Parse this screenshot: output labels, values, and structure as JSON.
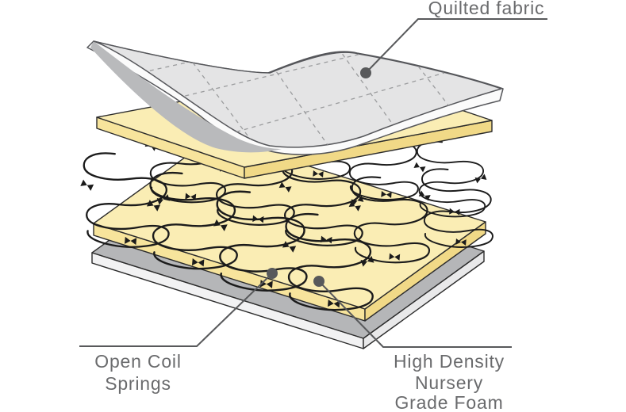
{
  "diagram": {
    "type": "exploded-layer-diagram",
    "subject": "mattress construction layers",
    "labels": {
      "quilted_fabric": "Quilted fabric",
      "open_coil": {
        "line1": "Open Coil",
        "line2": "Springs"
      },
      "high_density": {
        "line1": "High Density",
        "line2": "Nursery",
        "line3": "Grade Foam"
      }
    },
    "layers": [
      {
        "name": "Quilted fabric"
      },
      {
        "name": "Open Coil Springs"
      },
      {
        "name": "High Density Nursery Grade Foam"
      }
    ],
    "colors": {
      "background": "#FFFFFF",
      "foam_top": "#FAEDB4",
      "foam_side": "#F7E49C",
      "foam_side_dark": "#F1D987",
      "fabric_top": "#E4E4E5",
      "fabric_underside": "#B9BABC",
      "fabric_edge": "#FBFBFB",
      "fabric_line": "#55565A",
      "quilt_line": "#9B9C9E",
      "base_top": "#B5B6B8",
      "base_side": "#F2F2F3",
      "base_side_dark": "#E9E9EA",
      "spring": "#1B1B1B",
      "outline": "#2B2B2B",
      "leader": "#58595B",
      "label_text": "#6A6B6D"
    }
  }
}
